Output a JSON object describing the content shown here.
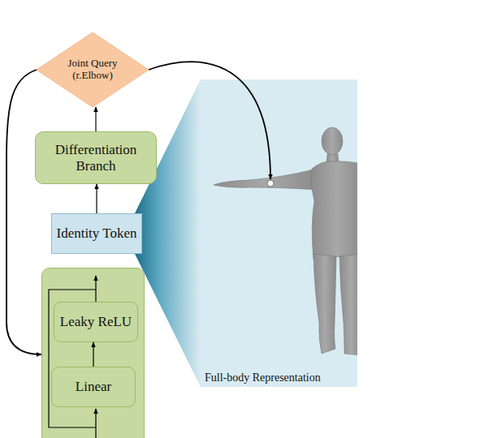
{
  "diagram": {
    "nodes": [
      {
        "text": [
          "Joint Query (r.Elbow)"
        ]
      },
      {
        "text": [
          "Differentiation Branch"
        ]
      },
      {
        "text": [
          "Identity Token"
        ]
      },
      {
        "text": []
      },
      {
        "text": [
          "Leaky ReLU"
        ],
        "in": 3
      },
      {
        "text": [
          "Linear"
        ],
        "in": 3
      },
      {
        "text": [
          "Full-body Representation"
        ]
      }
    ],
    "edges": [
      {
        "from": 2,
        "to": 1,
        "arrow": "to"
      },
      {
        "from": 1,
        "to": 0,
        "arrow": "to"
      },
      {
        "from": 0,
        "to": 6,
        "arrow": "to"
      },
      {
        "from": 0,
        "to": 3,
        "arrow": "to"
      },
      {
        "from": 5,
        "to": 4,
        "arrow": "to"
      }
    ]
  }
}
